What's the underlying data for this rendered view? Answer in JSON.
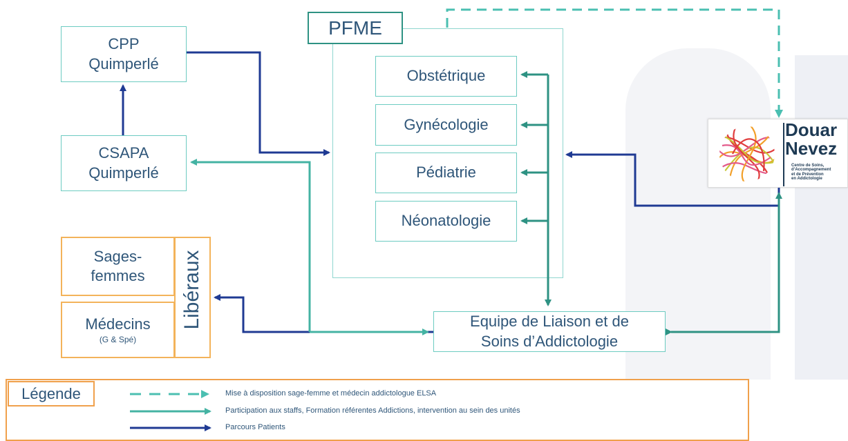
{
  "pfme": {
    "label": "PFME"
  },
  "units": [
    "Obstétrique",
    "Gynécologie",
    "Pédiatrie",
    "Néonatologie"
  ],
  "cpp": "CPP\nQuimperlé",
  "csapa": "CSAPA\nQuimperlé",
  "liberaux": {
    "label": "Libéraux",
    "sages_femmes": "Sages-\nfemmes",
    "medecins": "Médecins",
    "medecins_sub": "(G & Spé)"
  },
  "elsa": "Equipe de Liaison et de\nSoins d’Addictologie",
  "douar_nevez": {
    "title": "Douar\nNevez",
    "subtitle": "Centre de Soins,\nd’Accompagnement\net de Prévention\nen Addictologie"
  },
  "legend": {
    "title": "Légende",
    "items": [
      {
        "style": "dashed",
        "color": "#4bbfb1",
        "text": "Mise à disposition sage-femme et médecin addictologue ELSA"
      },
      {
        "style": "solid",
        "color": "#44b3a3",
        "text": "Participation aux staffs, Formation référentes Addictions, intervention au sein des unités"
      },
      {
        "style": "solid",
        "color": "#1f3a93",
        "text": "Parcours Patients"
      }
    ]
  },
  "colors": {
    "teal": "#2e9283",
    "teal_light": "#44b3a3",
    "dashed": "#4bbfb1",
    "navy": "#1f3a93",
    "orange": "#f3b35a"
  }
}
